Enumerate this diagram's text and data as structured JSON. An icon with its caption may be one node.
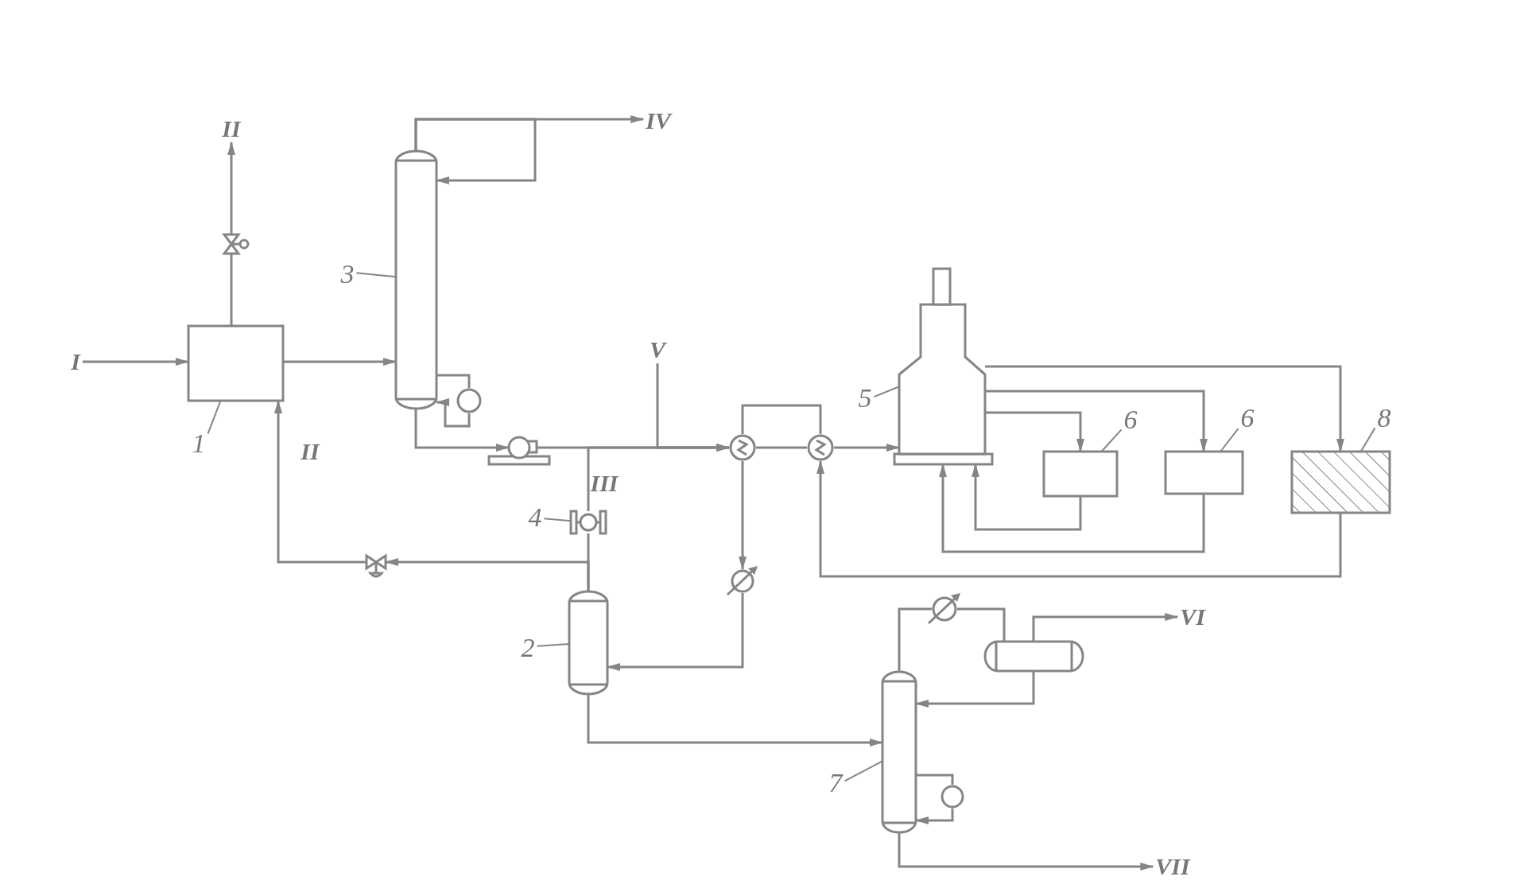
{
  "diagram": {
    "nodes": [
      {
        "text": [],
        "shape": "box"
      },
      {
        "text": [],
        "shape": "cylinder"
      },
      {
        "text": [],
        "shape": "circle"
      },
      {
        "text": [],
        "shape": "pump"
      },
      {
        "text": [],
        "shape": "valve"
      },
      {
        "text": [],
        "shape": "cylinder"
      },
      {
        "text": [],
        "shape": "circle"
      },
      {
        "text": [],
        "shape": "circle"
      },
      {
        "text": [],
        "shape": "circle"
      },
      {
        "text": [],
        "shape": "vessel"
      },
      {
        "text": [],
        "shape": "box"
      },
      {
        "text": [],
        "shape": "box"
      },
      {
        "text": [],
        "shape": "box"
      },
      {
        "text": [],
        "shape": "cylinder"
      },
      {
        "text": [],
        "shape": "circle"
      },
      {
        "text": [],
        "shape": "cylinder"
      },
      {
        "text": [],
        "shape": "circle"
      },
      {
        "text": [],
        "shape": "valve"
      },
      {
        "text": [],
        "shape": "valve"
      },
      {
        "text": [
          "1"
        ]
      },
      {
        "text": [
          "2"
        ]
      },
      {
        "text": [
          "3"
        ]
      },
      {
        "text": [
          "4"
        ]
      },
      {
        "text": [
          "5"
        ]
      },
      {
        "text": [
          "6"
        ]
      },
      {
        "text": [
          "6"
        ]
      },
      {
        "text": [
          "8"
        ]
      },
      {
        "text": [
          "7"
        ]
      },
      {
        "text": [
          "I"
        ]
      },
      {
        "text": [
          "II"
        ]
      },
      {
        "text": [
          "IV"
        ]
      },
      {
        "text": [
          "V"
        ]
      },
      {
        "text": [
          "VI"
        ]
      },
      {
        "text": [
          "VII"
        ]
      }
    ],
    "edges": [
      {
        "from": 28,
        "to": 0,
        "arrow": "to"
      },
      {
        "from": 0,
        "to": 17,
        "arrow": "none"
      },
      {
        "from": 17,
        "to": 29,
        "arrow": "to"
      },
      {
        "from": 0,
        "to": 1,
        "arrow": "to"
      },
      {
        "from": 1,
        "to": 30,
        "arrow": "to"
      },
      {
        "from": 1,
        "to": 1,
        "arrow": "to"
      },
      {
        "from": 1,
        "to": 2,
        "arrow": "none"
      },
      {
        "from": 2,
        "to": 1,
        "arrow": "to"
      },
      {
        "from": 1,
        "to": 3,
        "arrow": "to"
      },
      {
        "from": 3,
        "to": 6,
        "arrow": "to"
      },
      {
        "from": 31,
        "to": 6,
        "arrow": "to"
      },
      {
        "from": 4,
        "to": 6,
        "arrow": "to"
      },
      {
        "from": 5,
        "to": 4,
        "arrow": "none"
      },
      {
        "from": 5,
        "to": 18,
        "arrow": "to"
      },
      {
        "from": 18,
        "to": 0,
        "arrow": "to"
      },
      {
        "from": 6,
        "to": 7,
        "arrow": "none"
      },
      {
        "from": 6,
        "to": 7,
        "arrow": "none"
      },
      {
        "from": 7,
        "to": 9,
        "arrow": "to"
      },
      {
        "from": 6,
        "to": 8,
        "arrow": "to"
      },
      {
        "from": 8,
        "to": 5,
        "arrow": "to"
      },
      {
        "from": 9,
        "to": 12,
        "arrow": "to"
      },
      {
        "from": 9,
        "to": 11,
        "arrow": "to"
      },
      {
        "from": 9,
        "to": 10,
        "arrow": "to"
      },
      {
        "from": 10,
        "to": 9,
        "arrow": "to"
      },
      {
        "from": 11,
        "to": 9,
        "arrow": "to"
      },
      {
        "from": 12,
        "to": 7,
        "arrow": "to"
      },
      {
        "from": 5,
        "to": 13,
        "arrow": "to"
      },
      {
        "from": 13,
        "to": 14,
        "arrow": "none"
      },
      {
        "from": 14,
        "to": 15,
        "arrow": "none"
      },
      {
        "from": 15,
        "to": 32,
        "arrow": "to"
      },
      {
        "from": 15,
        "to": 13,
        "arrow": "to"
      },
      {
        "from": 13,
        "to": 16,
        "arrow": "none"
      },
      {
        "from": 16,
        "to": 13,
        "arrow": "to"
      },
      {
        "from": 13,
        "to": 33,
        "arrow": "to"
      },
      {
        "from": 19,
        "to": 0,
        "arrow": "none"
      },
      {
        "from": 20,
        "to": 5,
        "arrow": "none"
      },
      {
        "from": 21,
        "to": 1,
        "arrow": "none"
      },
      {
        "from": 22,
        "to": 4,
        "arrow": "none"
      },
      {
        "from": 23,
        "to": 9,
        "arrow": "none"
      },
      {
        "from": 24,
        "to": 10,
        "arrow": "none"
      },
      {
        "from": 25,
        "to": 11,
        "arrow": "none"
      },
      {
        "from": 26,
        "to": 12,
        "arrow": "none"
      },
      {
        "from": 27,
        "to": 13,
        "arrow": "none"
      }
    ],
    "labels": [
      "II",
      "III"
    ]
  }
}
